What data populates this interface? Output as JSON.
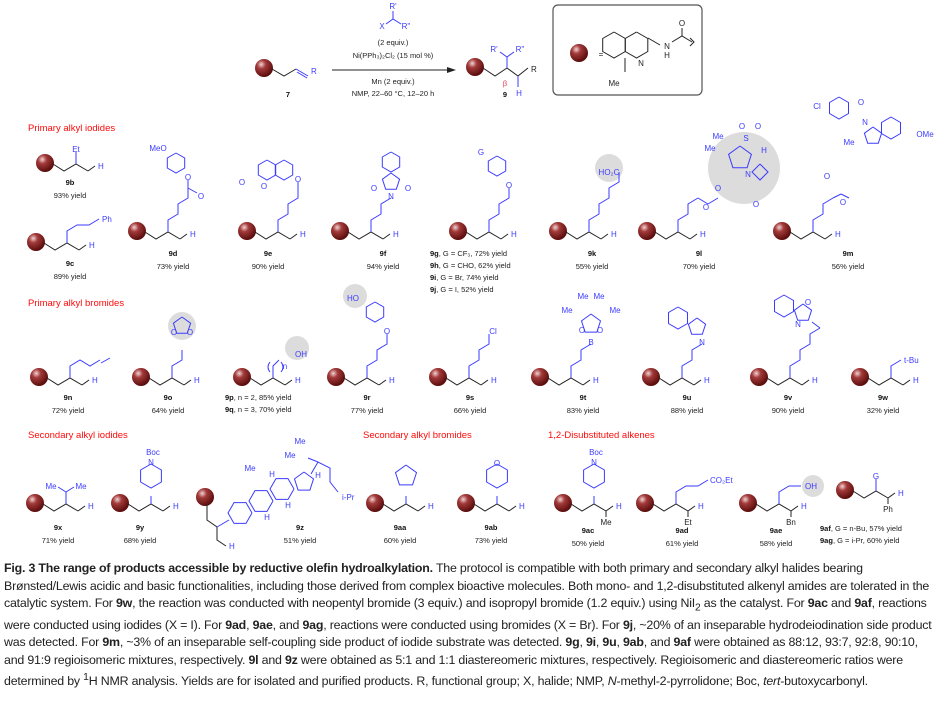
{
  "scheme": {
    "substrate_label": "7",
    "substrate_R": "R",
    "reagent": {
      "r1": "R'",
      "x": "X",
      "r2": "R''"
    },
    "equiv": "(2 equiv.)",
    "catalyst": "Ni(PPh₃)₂Cl₂ (15 mol %)",
    "reductant": "Mn (2 equiv.)",
    "conditions": "NMP, 22–60 °C, 12–20 h",
    "product_label": "9",
    "product": {
      "r1": "R'",
      "r2": "R''",
      "beta": "β",
      "h": "H",
      "r": "R"
    },
    "legend": {
      "equals": "=",
      "n_ring": "N",
      "nh": "N",
      "h": "H",
      "o": "O",
      "me": "Me"
    }
  },
  "common": {
    "h": "H",
    "yield_suffix": " yield"
  },
  "sections": [
    {
      "title": "Primary alkyl iodides"
    },
    {
      "title": "Primary alkyl bromides"
    },
    {
      "title": "Secondary alkyl iodides"
    },
    {
      "title": "Secondary alkyl bromides"
    },
    {
      "title": "1,2-Disubstituted alkenes"
    }
  ],
  "compounds": [
    {
      "id": "9b",
      "yield": "93% yield",
      "atoms": [
        "Et"
      ]
    },
    {
      "id": "9c",
      "yield": "89% yield",
      "atoms": [
        "Ph"
      ]
    },
    {
      "id": "9d",
      "yield": "73% yield",
      "atoms": [
        "MeO",
        "O",
        "O"
      ]
    },
    {
      "id": "9e",
      "yield": "90% yield",
      "atoms": [
        "O",
        "O",
        "O"
      ]
    },
    {
      "id": "9f",
      "yield": "94% yield",
      "atoms": [
        "O",
        "N",
        "O"
      ]
    },
    {
      "id": "9g",
      "yield": "",
      "atoms": [
        "G",
        "O"
      ],
      "variants": [
        {
          "id": "9g",
          "desc": ", G = CF₃, 72% yield"
        },
        {
          "id": "9h",
          "desc": ", G = CHO, 62% yield"
        },
        {
          "id": "9i",
          "desc": ", G = Br, 74% yield"
        },
        {
          "id": "9j",
          "desc": ", G = I, 52% yield"
        }
      ]
    },
    {
      "id": "9k",
      "yield": "55% yield",
      "atoms": [
        "HO₂C"
      ]
    },
    {
      "id": "9l",
      "yield": "70% yield",
      "atoms": [
        "Me",
        "Me",
        "S",
        "O",
        "O",
        "H",
        "O",
        "N",
        "O",
        "O"
      ]
    },
    {
      "id": "9m",
      "yield": "56% yield",
      "atoms": [
        "Cl",
        "O",
        "N",
        "Me",
        "OMe",
        "O",
        "O"
      ]
    },
    {
      "id": "9n",
      "yield": "72% yield",
      "atoms": []
    },
    {
      "id": "9o",
      "yield": "64% yield",
      "atoms": [
        "O",
        "O"
      ]
    },
    {
      "id": "9p",
      "yield": "",
      "atoms": [
        "OH",
        "n"
      ],
      "variants": [
        {
          "id": "9p",
          "desc": ", n = 2, 85% yield"
        },
        {
          "id": "9q",
          "desc": ", n = 3, 70% yield"
        }
      ]
    },
    {
      "id": "9r",
      "yield": "77% yield",
      "atoms": [
        "HO",
        "O"
      ]
    },
    {
      "id": "9s",
      "yield": "66% yield",
      "atoms": [
        "Cl"
      ]
    },
    {
      "id": "9t",
      "yield": "83% yield",
      "atoms": [
        "Me",
        "Me",
        "Me",
        "Me",
        "O",
        "O",
        "B"
      ]
    },
    {
      "id": "9u",
      "yield": "88% yield",
      "atoms": [
        "N"
      ]
    },
    {
      "id": "9v",
      "yield": "90% yield",
      "atoms": [
        "O",
        "N"
      ]
    },
    {
      "id": "9w",
      "yield": "32% yield",
      "atoms": [
        "t-Bu"
      ]
    },
    {
      "id": "9x",
      "yield": "71% yield",
      "atoms": [
        "Me",
        "Me"
      ]
    },
    {
      "id": "9y",
      "yield": "68% yield",
      "atoms": [
        "Boc",
        "N"
      ]
    },
    {
      "id": "9z",
      "yield": "51% yield",
      "atoms": [
        "Me",
        "Me",
        "Me",
        "H",
        "H",
        "H",
        "H",
        "i-Pr"
      ]
    },
    {
      "id": "9aa",
      "yield": "60% yield",
      "atoms": []
    },
    {
      "id": "9ab",
      "yield": "73% yield",
      "atoms": [
        "O"
      ]
    },
    {
      "id": "9ac",
      "yield": "50% yield",
      "atoms": [
        "Boc",
        "N",
        "Me"
      ]
    },
    {
      "id": "9ad",
      "yield": "61% yield",
      "atoms": [
        "CO₂Et",
        "Et"
      ]
    },
    {
      "id": "9ae",
      "yield": "58% yield",
      "atoms": [
        "OH",
        "Bn"
      ]
    },
    {
      "id": "9af",
      "yield": "",
      "atoms": [
        "G",
        "Ph"
      ],
      "variants": [
        {
          "id": "9af",
          "desc": ", G = n-Bu, 57% yield"
        },
        {
          "id": "9ag",
          "desc": ", G = i-Pr, 60% yield"
        }
      ]
    }
  ],
  "caption": [
    {
      "t": "Fig. 3 The range of products accessible by reductive olefin hydroalkylation.",
      "s": "b"
    },
    {
      "t": " The protocol is compatible with both primary and secondary alkyl halides bearing Brønsted/Lewis acidic and basic functionalities, including those derived from complex bioactive molecules. Both mono- and 1,2-disubstituted alkenyl amides are tolerated in the catalytic system. For "
    },
    {
      "t": "9w",
      "s": "b"
    },
    {
      "t": ", the reaction was conducted with neopentyl bromide (3 equiv.) and isopropyl bromide (1.2 equiv.) using NiI"
    },
    {
      "t": "2",
      "s": "sub"
    },
    {
      "t": " as the catalyst. For "
    },
    {
      "t": "9ac",
      "s": "b"
    },
    {
      "t": " and "
    },
    {
      "t": "9af",
      "s": "b"
    },
    {
      "t": ", reactions were conducted using iodides (X = I). For "
    },
    {
      "t": "9ad",
      "s": "b"
    },
    {
      "t": ", "
    },
    {
      "t": "9ae",
      "s": "b"
    },
    {
      "t": ", and "
    },
    {
      "t": "9ag",
      "s": "b"
    },
    {
      "t": ", reactions were conducted using bromides (X = Br). For "
    },
    {
      "t": "9j",
      "s": "b"
    },
    {
      "t": ", ~20% of an inseparable hydrodeiodination side product was detected. For "
    },
    {
      "t": "9m",
      "s": "b"
    },
    {
      "t": ", ~3% of an inseparable self-coupling side product of iodide substrate was detected. "
    },
    {
      "t": "9g",
      "s": "b"
    },
    {
      "t": ", "
    },
    {
      "t": "9i",
      "s": "b"
    },
    {
      "t": ", "
    },
    {
      "t": "9u",
      "s": "b"
    },
    {
      "t": ", "
    },
    {
      "t": "9ab",
      "s": "b"
    },
    {
      "t": ", and "
    },
    {
      "t": "9af",
      "s": "b"
    },
    {
      "t": " were obtained as 88:12, 93:7, 92:8, 90:10, and 91:9 regioisomeric mixtures, respectively. "
    },
    {
      "t": "9l",
      "s": "b"
    },
    {
      "t": " and "
    },
    {
      "t": "9z",
      "s": "b"
    },
    {
      "t": " were obtained as 5:1 and 1:1 diastereomeric mixtures, respectively. Regioisomeric and diastereomeric ratios were determined by "
    },
    {
      "t": "1",
      "s": "sup"
    },
    {
      "t": "H NMR analysis. Yields are for isolated and purified products. R, functional group; X, halide; NMP, "
    },
    {
      "t": "N",
      "s": "i"
    },
    {
      "t": "-methyl-2-pyrrolidone; Boc, "
    },
    {
      "t": "tert",
      "s": "i"
    },
    {
      "t": "-butoxycarbonyl."
    }
  ],
  "colors": {
    "section": "#ff0a0a",
    "atoms": "#3b3bff",
    "ball": "#8b1a1a",
    "bubble": "#dcdcdc"
  }
}
